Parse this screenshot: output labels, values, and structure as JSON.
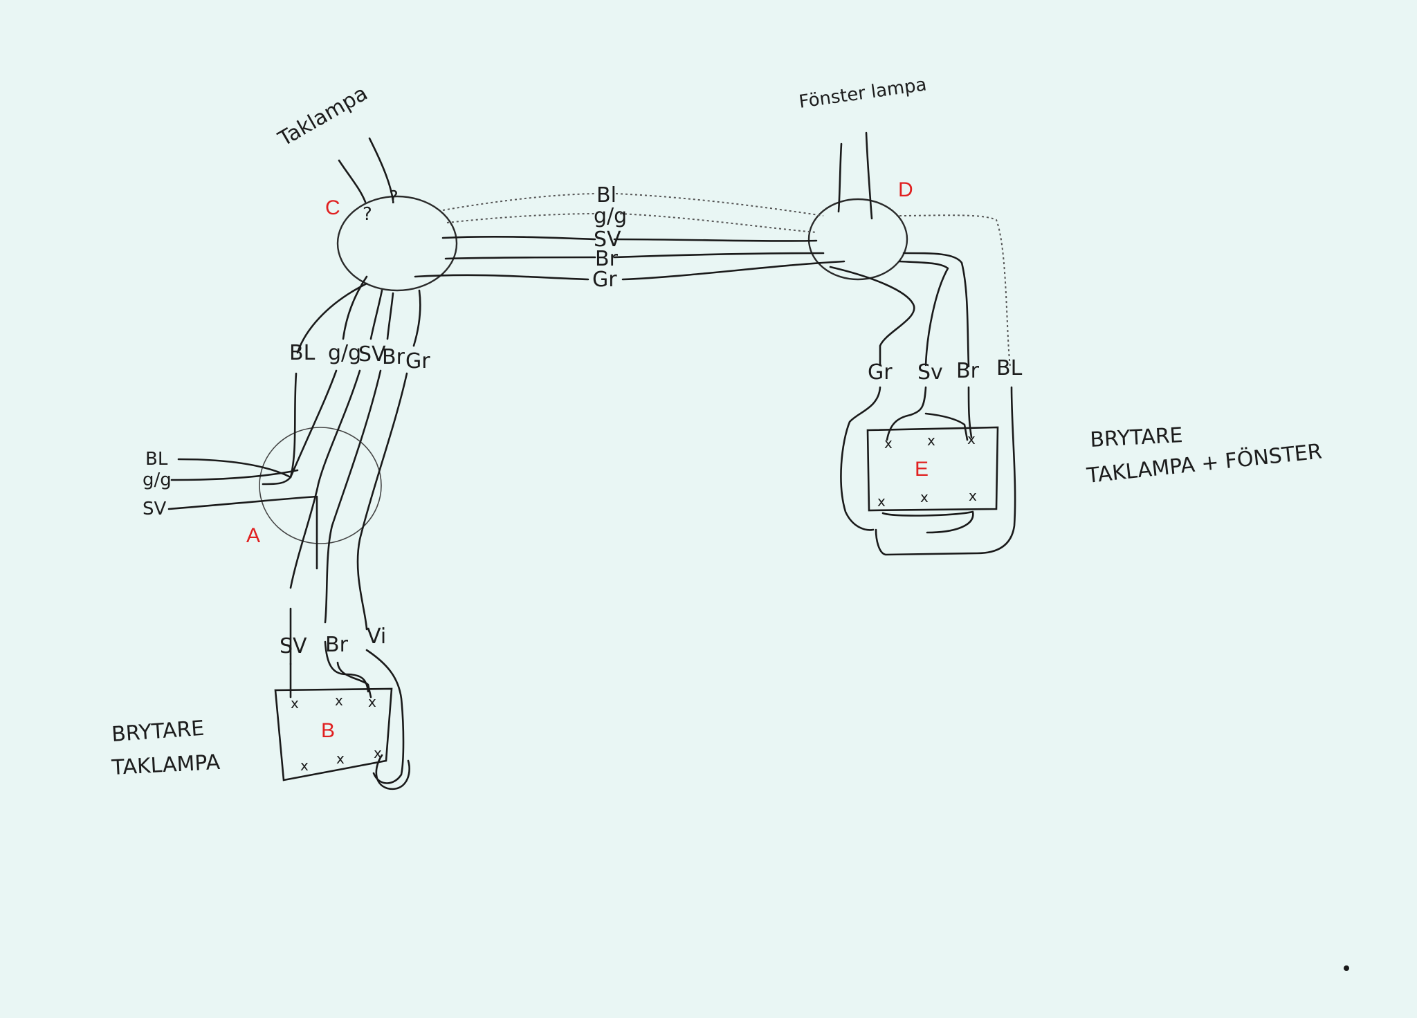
{
  "title": "",
  "colors": {
    "paper": "#e9f6f4",
    "ink": "#1a1a1a",
    "marker": "#e02020"
  },
  "markers": {
    "a": "A",
    "b": "B",
    "c": "C",
    "d": "D",
    "e": "E"
  },
  "lamps": {
    "ceiling": "Taklampa",
    "ceiling_unknowns": [
      "?",
      "?"
    ],
    "window": "Fönster lampa"
  },
  "trunk_wires": [
    "Bl",
    "g/g",
    "SV",
    "Br",
    "Gr"
  ],
  "riser_wires": [
    "BL",
    "g/g",
    "SV",
    "Br",
    "Gr"
  ],
  "feed_wires": [
    "BL",
    "g/g",
    "SV"
  ],
  "switch_b_wires": [
    "SV",
    "Br",
    "Vi"
  ],
  "switch_e_wires": [
    "Gr",
    "Sv",
    "Br",
    "BL"
  ],
  "switch_b_label": {
    "line1": "BRYTARE",
    "line2": "TAKLAMPA"
  },
  "switch_e_label": {
    "line1": "BRYTARE",
    "line2": "TAKLAMPA + FÖNSTER"
  },
  "terminal_glyph": "x"
}
